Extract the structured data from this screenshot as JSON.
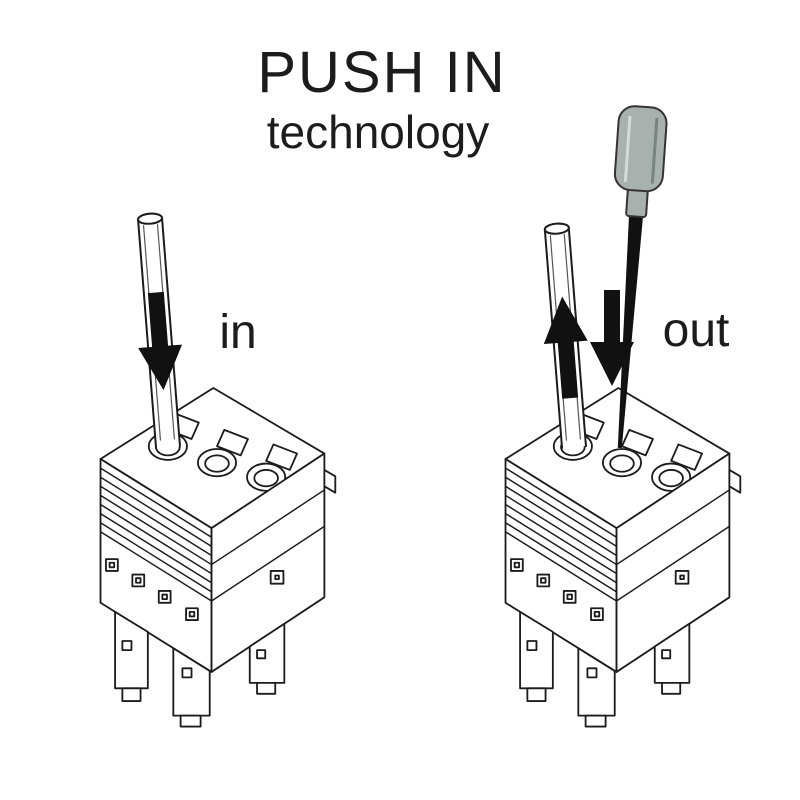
{
  "page": {
    "background": "#ffffff"
  },
  "header": {
    "title": "PUSH IN",
    "subtitle": "technology"
  },
  "diagram": {
    "left": {
      "label": "in"
    },
    "right": {
      "label": "out"
    }
  },
  "colors": {
    "line": "#1c1c1c",
    "arrow": "#111111",
    "screwdriver_handle": "#a9b1af",
    "screwdriver_shaft": "#111111",
    "wire_fill": "#ffffff"
  },
  "icons": {
    "left_action": "arrow-down-icon",
    "right_wire_action": "arrow-up-icon",
    "right_tool_action": "arrow-down-icon",
    "tool": "screwdriver"
  }
}
